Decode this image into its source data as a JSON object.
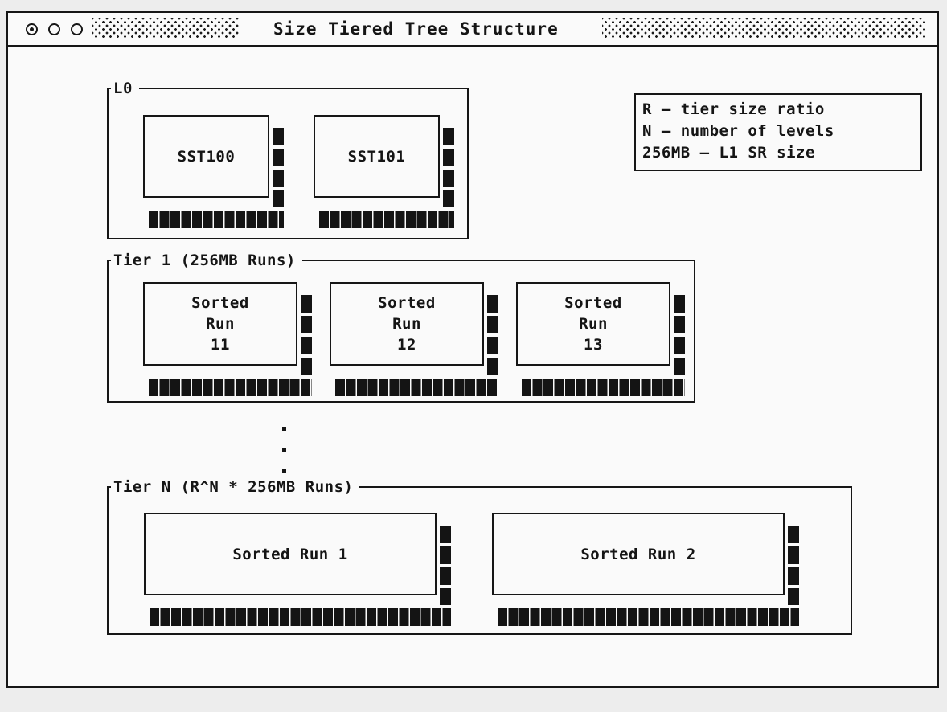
{
  "window": {
    "title": "Size Tiered Tree Structure"
  },
  "legend": {
    "lines": [
      "R – tier size ratio",
      "N – number of levels",
      "256MB – L1 SR size"
    ]
  },
  "groups": [
    {
      "label": "L0",
      "boxes": [
        {
          "lines": [
            "SST100"
          ]
        },
        {
          "lines": [
            "SST101"
          ]
        }
      ]
    },
    {
      "label": "Tier 1 (256MB Runs)",
      "boxes": [
        {
          "lines": [
            "Sorted",
            "Run",
            "11"
          ]
        },
        {
          "lines": [
            "Sorted",
            "Run",
            "12"
          ]
        },
        {
          "lines": [
            "Sorted",
            "Run",
            "13"
          ]
        }
      ]
    },
    {
      "label": "Tier N (R^N * 256MB Runs)",
      "boxes": [
        {
          "lines": [
            "Sorted Run 1"
          ]
        },
        {
          "lines": [
            "Sorted Run 2"
          ]
        }
      ]
    }
  ],
  "colors": {
    "ink": "#161616",
    "window_bg": "#fafafa",
    "page_bg": "#ededed"
  }
}
